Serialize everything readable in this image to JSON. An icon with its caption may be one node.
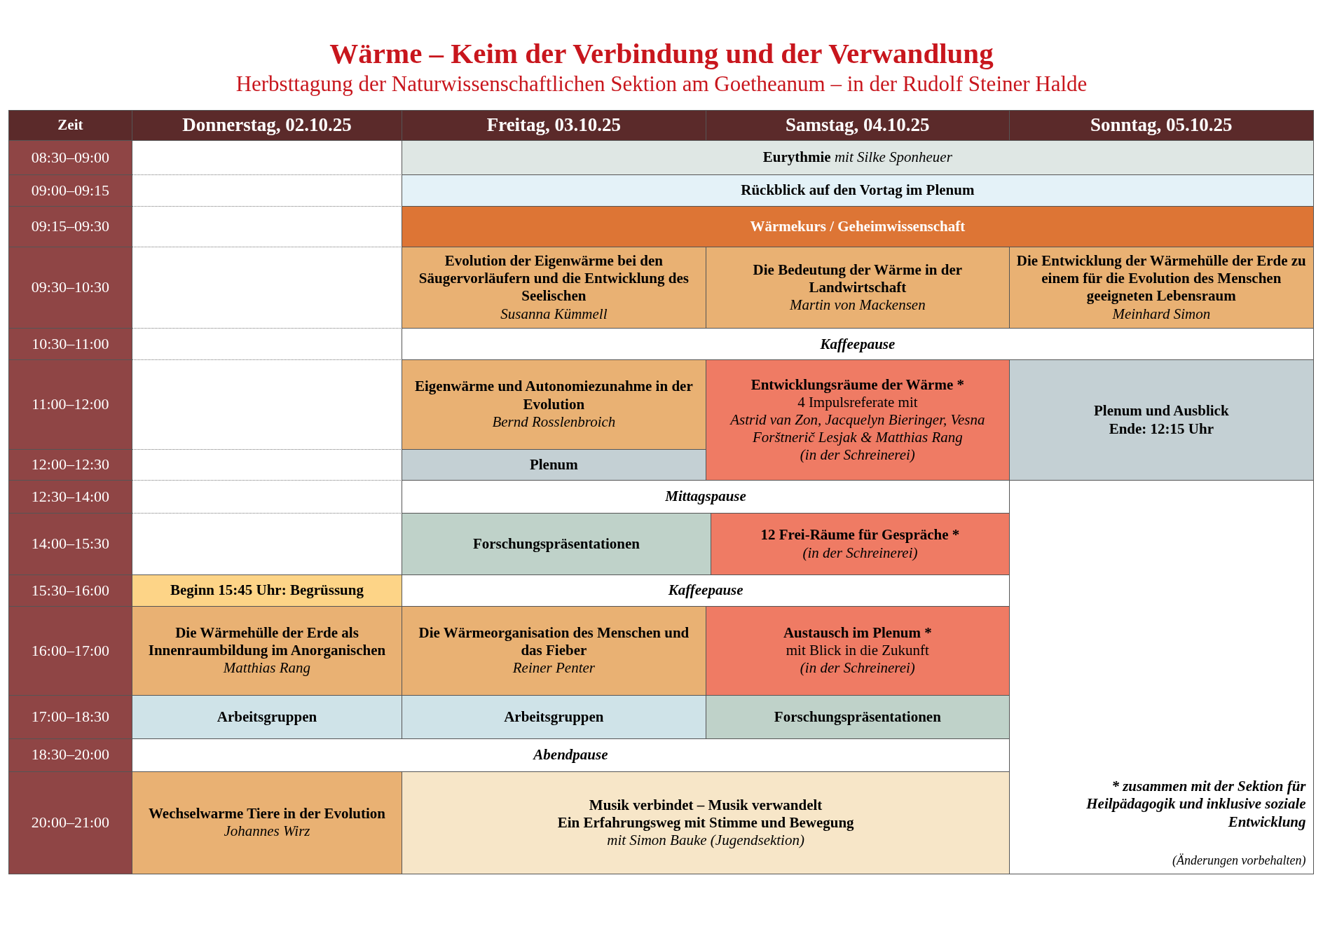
{
  "diagram": {
    "title": "Wärme – Keim der Verbindung und der Verwandlung",
    "labels": [
      "Herbsttagung der Naturwissenschaftlichen Sektion am Goetheanum – in der Rudolf Steiner Halde"
    ],
    "nodes": [
      {
        "text": [
          "Zeit"
        ]
      },
      {
        "text": [
          "Donnerstag, 02.10.25"
        ]
      },
      {
        "text": [
          "Freitag, 03.10.25"
        ]
      },
      {
        "text": [
          "Samstag, 04.10.25"
        ]
      },
      {
        "text": [
          "Sonntag, 05.10.25"
        ]
      },
      {
        "text": [
          "08:30–09:00"
        ]
      },
      {
        "text": [
          "**Eurythmie** *mit Silke Sponheuer*"
        ]
      },
      {
        "text": [
          "09:00–09:15"
        ]
      },
      {
        "text": [
          "Rückblick auf den Vortag im Plenum"
        ]
      },
      {
        "text": [
          "09:15–09:30"
        ]
      },
      {
        "text": [
          "Wärmekurs / Geheimwissenschaft"
        ]
      },
      {
        "text": [
          "09:30–10:30"
        ]
      },
      {
        "text": [
          "Evolution der Eigenwärme bei den Säugervorläufern und die Entwicklung des Seelischen",
          "Susanna Kümmell"
        ]
      },
      {
        "text": [
          "Die Bedeutung der Wärme in der Landwirtschaft",
          "Martin von Mackensen"
        ]
      },
      {
        "text": [
          "Die Entwicklung der Wärmehülle der Erde zu einem für die Evolution des Menschen geeigneten Lebensraum",
          "Meinhard Simon"
        ]
      },
      {
        "text": [
          "10:30–11:00"
        ]
      },
      {
        "text": [
          "Kaffeepause"
        ]
      },
      {
        "text": [
          "11:00–12:00"
        ]
      },
      {
        "text": [
          "Eigenwärme und Autonomiezunahme in der Evolution",
          "Bernd Rosslenbroich"
        ]
      },
      {
        "text": [
          "Entwicklungsräume der Wärme *",
          "4 Impulsreferate mit",
          "Astrid van Zon, Jacquelyn Bieringer, Vesna Forštnerič Lesjak & Matthias Rang",
          "(in der Schreinerei)"
        ]
      },
      {
        "text": [
          "Plenum und Ausblick",
          "Ende: 12:15 Uhr"
        ]
      },
      {
        "text": [
          "12:00–12:30"
        ]
      },
      {
        "text": [
          "Plenum"
        ]
      },
      {
        "text": [
          "12:30–14:00"
        ]
      },
      {
        "text": [
          "Mittagspause"
        ]
      },
      {
        "text": [
          "* zusammen mit der Sektion für Heilpädagogik und inklusive soziale Entwicklung",
          "(Änderungen vorbehalten)"
        ]
      },
      {
        "text": [
          "14:00–15:30"
        ]
      },
      {
        "text": [
          "Forschungspräsentationen"
        ]
      },
      {
        "text": [
          "12 Frei-Räume für Gespräche *",
          "(in der Schreinerei)"
        ]
      },
      {
        "text": [
          "15:30–16:00"
        ]
      },
      {
        "text": [
          "Beginn 15:45 Uhr: Begrüssung"
        ]
      },
      {
        "text": [
          "Kaffeepause"
        ]
      },
      {
        "text": [
          "16:00–17:00"
        ]
      },
      {
        "text": [
          "Die Wärmehülle der Erde als Innenraumbildung im Anorganischen",
          "Matthias Rang"
        ]
      },
      {
        "text": [
          "Die Wärmeorganisation des Menschen und das Fieber",
          "Reiner Penter"
        ]
      },
      {
        "text": [
          "Austausch im Plenum *",
          "mit Blick in die Zukunft",
          "(in der Schreinerei)"
        ]
      },
      {
        "text": [
          "17:00–18:30"
        ]
      },
      {
        "text": [
          "Arbeitsgruppen"
        ]
      },
      {
        "text": [
          "Arbeitsgruppen"
        ]
      },
      {
        "text": [
          "Forschungspräsentationen"
        ]
      },
      {
        "text": [
          "18:30–20:00"
        ]
      },
      {
        "text": [
          "Abendpause"
        ]
      },
      {
        "text": [
          "20:00–21:00"
        ]
      },
      {
        "text": [
          "Wechselwarme Tiere in der Evolution",
          "Johannes Wirz"
        ]
      },
      {
        "text": [
          "Musik verbindet – Musik verwandelt",
          "Ein Erfahrungsweg mit Stimme und Bewegung",
          "mit Simon Bauke (Jugendsektion)"
        ]
      }
    ]
  }
}
